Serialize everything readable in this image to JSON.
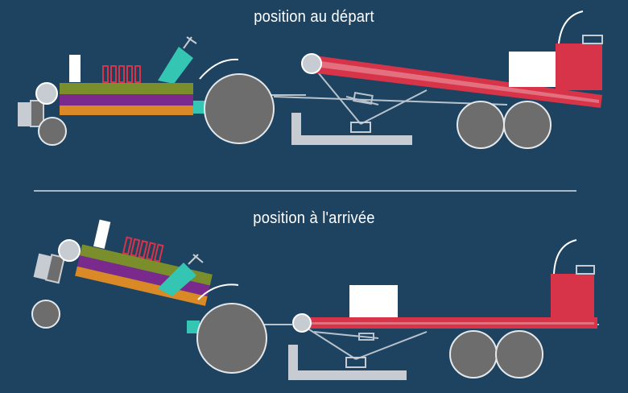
{
  "captions": {
    "start": "position au départ",
    "finish": "position à l'arrivée"
  },
  "colors": {
    "background": "#1d4360",
    "sled_red": "#d7344a",
    "tractor_green": "#7a8f2c",
    "tractor_purple": "#7a2a8c",
    "tractor_orange": "#d98a26",
    "turquoise": "#35c6b3",
    "wheel_grey": "#6d6d6d",
    "light_grey": "#c6ccd2",
    "line_grey": "#b8c2cc",
    "white": "#ffffff"
  },
  "icons": [
    "tractor",
    "sled",
    "weight-box",
    "ground-pan",
    "exhaust-pipes"
  ]
}
